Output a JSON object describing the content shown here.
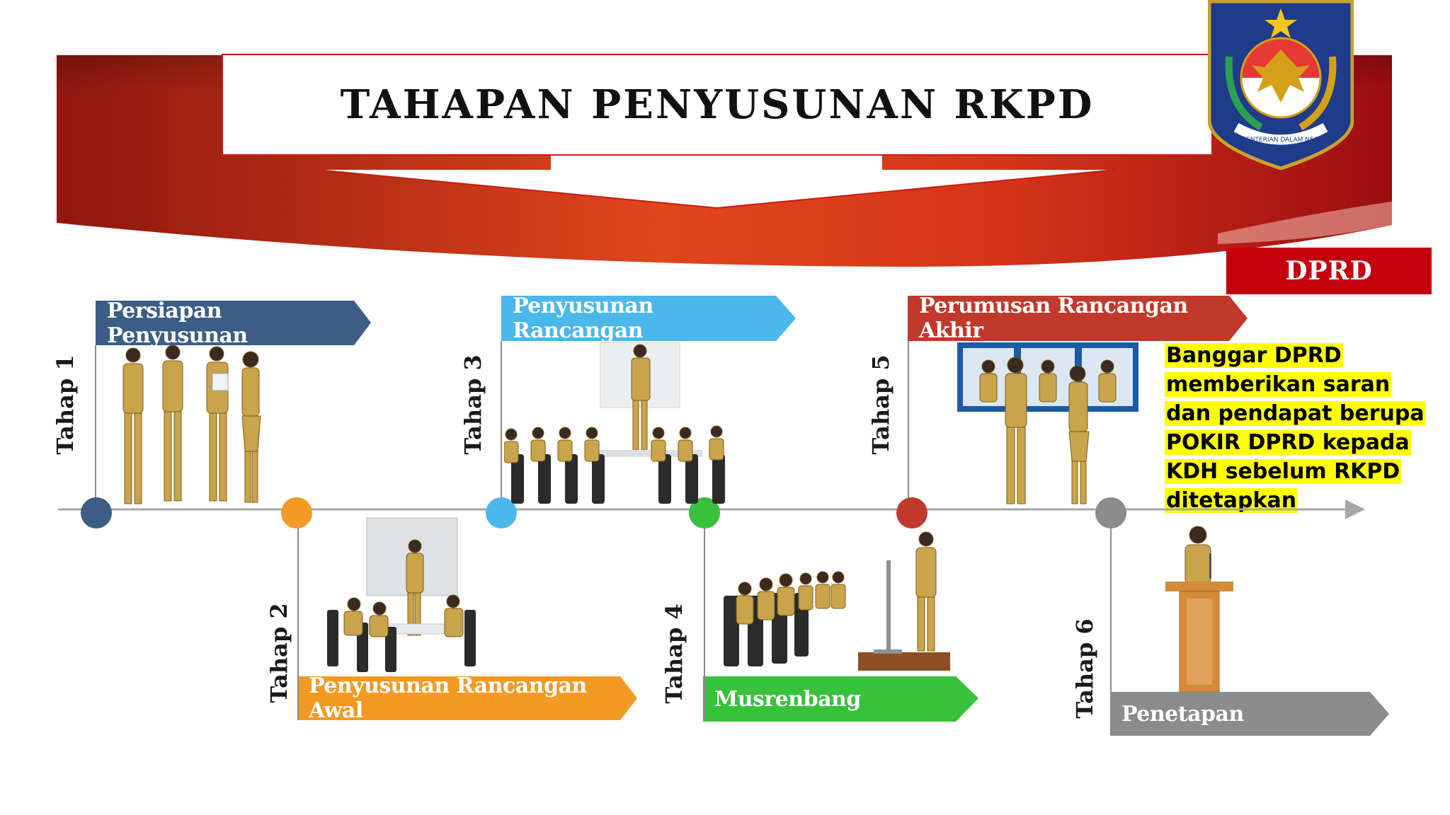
{
  "title": "TAHAPAN PENYUSUNAN RKPD",
  "logo": {
    "name": "kemendagri-logo",
    "text": "KEMENTERIAN DALAM NEGERI"
  },
  "dprd": {
    "label": "DPRD",
    "note_lines": [
      "Banggar DPRD",
      "memberikan saran",
      "dan pendapat berupa",
      "POKIR DPRD kepada",
      "KDH sebelum RKPD",
      "ditetapkan"
    ]
  },
  "stages": [
    {
      "tahap": "Tahap 1",
      "label": "Persiapan Penyusunan",
      "color": "#3c5d85"
    },
    {
      "tahap": "Tahap 2",
      "label": "Penyusunan Rancangan Awal",
      "color": "#f39a24"
    },
    {
      "tahap": "Tahap 3",
      "label": "Penyusunan Rancangan",
      "color": "#4bb7ea"
    },
    {
      "tahap": "Tahap 4",
      "label": "Musrenbang",
      "color": "#38c13b"
    },
    {
      "tahap": "Tahap 5",
      "label": "Perumusan Rancangan Akhir",
      "color": "#c0392b"
    },
    {
      "tahap": "Tahap 6",
      "label": "Penetapan",
      "color": "#8c8c8c"
    }
  ]
}
